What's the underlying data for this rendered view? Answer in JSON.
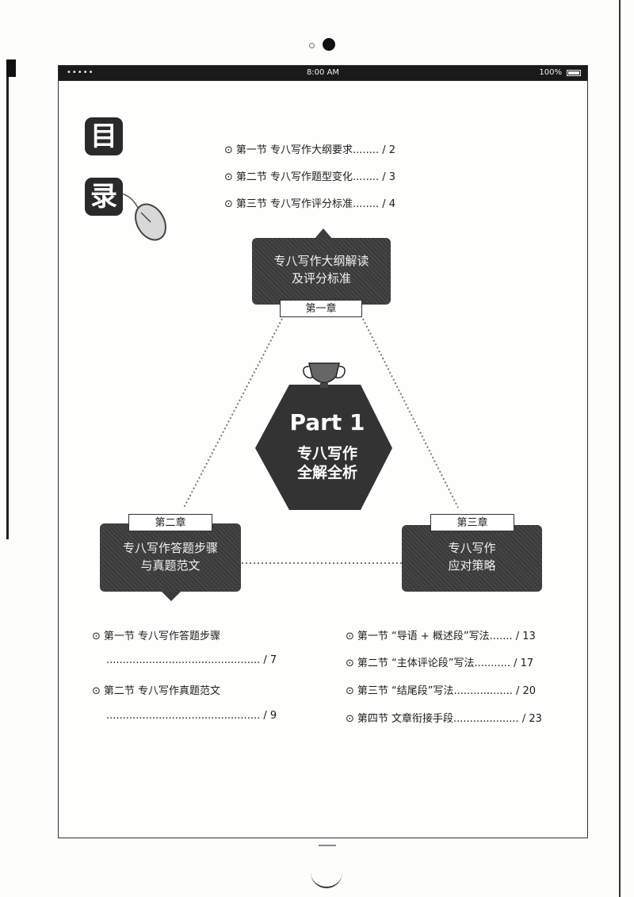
{
  "status_bar": {
    "signal": "•••••",
    "time": "8:00 AM",
    "battery": "100%"
  },
  "heading": {
    "char1": "目",
    "char2": "录"
  },
  "chapter1": {
    "label": "第一章",
    "title_line1": "专八写作大纲解读",
    "title_line2": "及评分标准",
    "sections": [
      {
        "text": "第一节  专八写作大纲要求........ / 2"
      },
      {
        "text": "第二节  专八写作题型变化........ / 3"
      },
      {
        "text": "第三节  专八写作评分标准........ / 4"
      }
    ]
  },
  "part": {
    "title": "Part 1",
    "subtitle_line1": "专八写作",
    "subtitle_line2": "全解全析"
  },
  "chapter2": {
    "label": "第二章",
    "title_line1": "专八写作答题步骤",
    "title_line2": "与真题范文",
    "sections": [
      {
        "title": "第一节  专八写作答题步骤",
        "leader": "............................................... / 7"
      },
      {
        "title": "第二节  专八写作真题范文",
        "leader": "............................................... / 9"
      }
    ]
  },
  "chapter3": {
    "label": "第三章",
    "title_line1": "专八写作",
    "title_line2": "应对策略",
    "sections": [
      {
        "text": "第一节  “导语 + 概述段”写法....... / 13"
      },
      {
        "text": "第二节  “主体评论段”写法........... / 17"
      },
      {
        "text": "第三节  “结尾段”写法.................. / 20"
      },
      {
        "text": "第四节  文章衔接手段.................... / 23"
      }
    ]
  },
  "colors": {
    "dark_box": "#3c3c3c",
    "frame": "#333333"
  },
  "icons": {
    "bullet": "circle-dot-icon",
    "mouse": "mouse-icon",
    "trophy": "trophy-icon"
  }
}
